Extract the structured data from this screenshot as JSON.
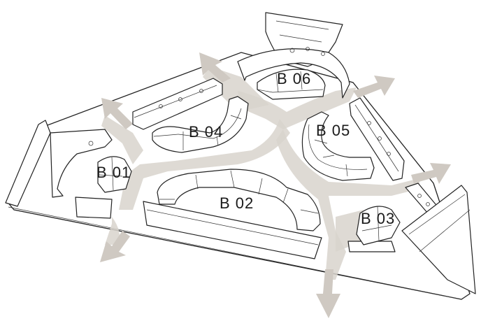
{
  "diagram": {
    "zones": [
      {
        "id": "b01",
        "label": "B 01"
      },
      {
        "id": "b02",
        "label": "B 02"
      },
      {
        "id": "b03",
        "label": "B 03"
      },
      {
        "id": "b04",
        "label": "B 04"
      },
      {
        "id": "b05",
        "label": "B 05"
      },
      {
        "id": "b06",
        "label": "B 06"
      }
    ],
    "colors": {
      "walkway": "#d8d3cc",
      "outline": "#222222",
      "fill": "#ffffff"
    }
  }
}
